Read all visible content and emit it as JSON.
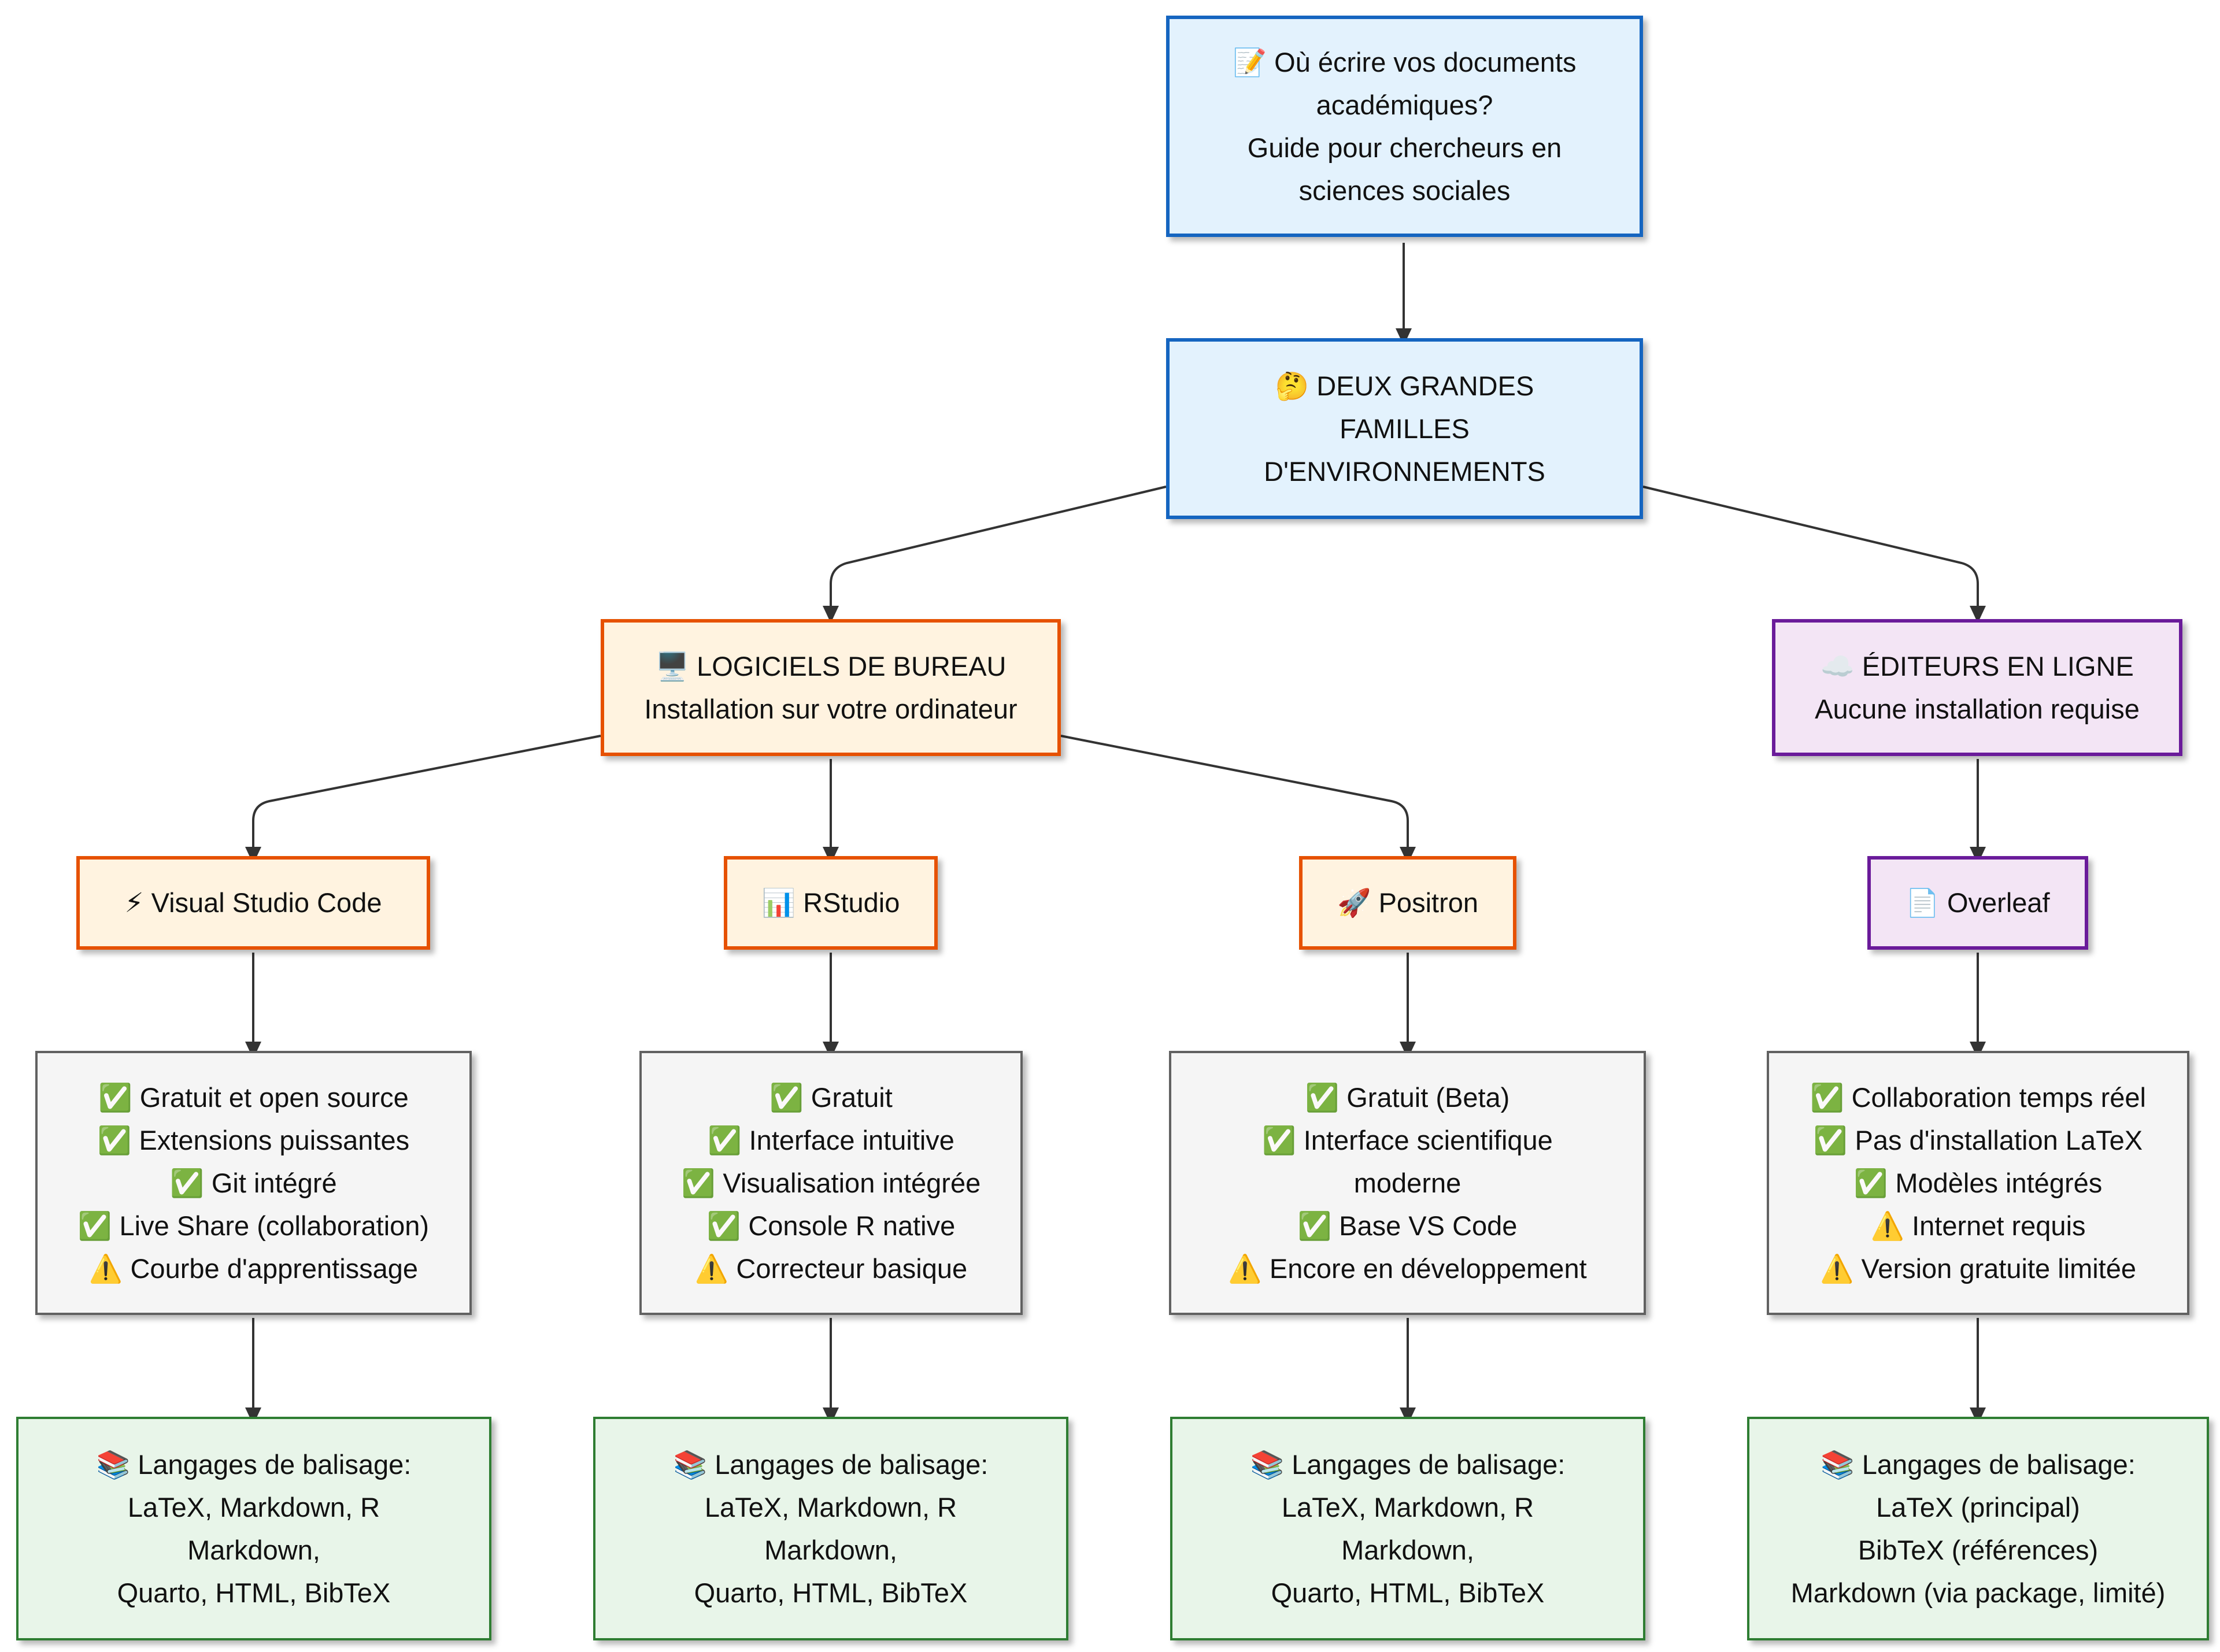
{
  "title_node": {
    "lines": [
      "📝 Où écrire vos documents",
      "académiques?",
      "Guide pour chercheurs en",
      "sciences sociales"
    ]
  },
  "families": {
    "lines": [
      "🤔 DEUX GRANDES",
      "FAMILLES",
      "D'ENVIRONNEMENTS"
    ]
  },
  "desktop": {
    "lines": [
      "🖥️ LOGICIELS DE BUREAU",
      "Installation sur votre ordinateur"
    ]
  },
  "online": {
    "lines": [
      "☁️ ÉDITEURS EN LIGNE",
      "Aucune installation requise"
    ]
  },
  "vscode": {
    "label": "⚡ Visual Studio Code"
  },
  "rstudio": {
    "label": "📊 RStudio"
  },
  "positron": {
    "label": "🚀 Positron"
  },
  "overleaf": {
    "label": "📄 Overleaf"
  },
  "vscode_features": {
    "lines": [
      "✅ Gratuit et open source",
      "✅ Extensions puissantes",
      "✅ Git intégré",
      "✅ Live Share (collaboration)",
      "⚠️ Courbe d'apprentissage"
    ]
  },
  "rstudio_features": {
    "lines": [
      "✅ Gratuit",
      "✅ Interface intuitive",
      "✅ Visualisation intégrée",
      "✅ Console R native",
      "⚠️ Correcteur basique"
    ]
  },
  "positron_features": {
    "lines": [
      "✅ Gratuit (Beta)",
      "✅ Interface scientifique",
      "moderne",
      "✅ Base VS Code",
      "⚠️ Encore en développement"
    ]
  },
  "overleaf_features": {
    "lines": [
      "✅ Collaboration temps réel",
      "✅ Pas d'installation LaTeX",
      "✅ Modèles intégrés",
      "⚠️ Internet requis",
      "⚠️ Version gratuite limitée"
    ]
  },
  "vscode_langs": {
    "lines": [
      "📚 Langages de balisage:",
      "LaTeX, Markdown, R",
      "Markdown,",
      "Quarto, HTML, BibTeX"
    ]
  },
  "rstudio_langs": {
    "lines": [
      "📚 Langages de balisage:",
      "LaTeX, Markdown, R",
      "Markdown,",
      "Quarto, HTML, BibTeX"
    ]
  },
  "positron_langs": {
    "lines": [
      "📚 Langages de balisage:",
      "LaTeX, Markdown, R",
      "Markdown,",
      "Quarto, HTML, BibTeX"
    ]
  },
  "overleaf_langs": {
    "lines": [
      "📚 Langages de balisage:",
      "LaTeX (principal)",
      "BibTeX (références)",
      "Markdown (via package, limité)"
    ]
  },
  "colors": {
    "blue_fill": "#e3f2fd",
    "blue_border": "#1565c0",
    "orange_fill": "#fff3e0",
    "orange_border": "#e65100",
    "purple_fill": "#f3e5f5",
    "purple_border": "#6a1b9a",
    "gray_fill": "#f5f5f5",
    "gray_border": "#616161",
    "green_fill": "#e8f5e9",
    "green_border": "#2e7d32",
    "edge": "#333333"
  }
}
